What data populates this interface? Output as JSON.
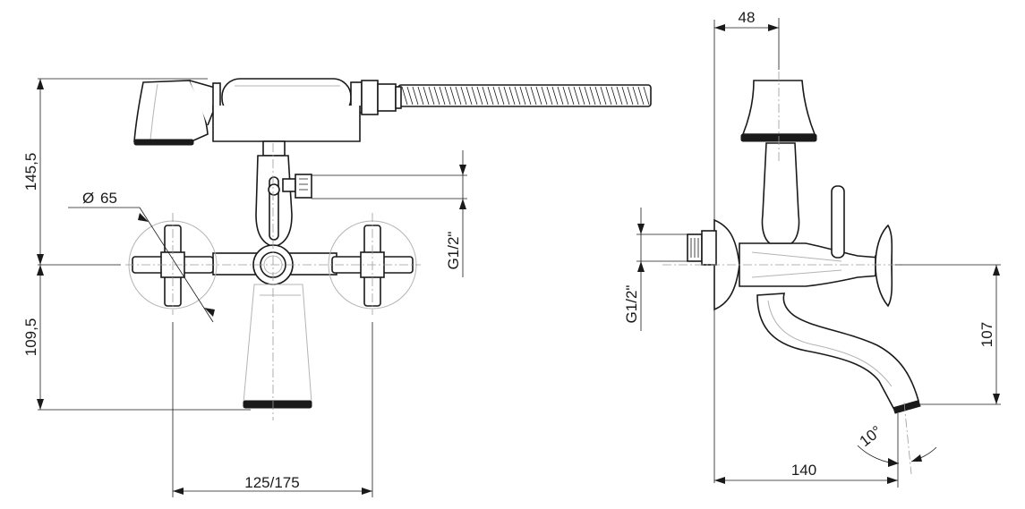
{
  "front_view": {
    "height_upper": "145,5",
    "height_lower": "109,5",
    "handle_diameter": "65",
    "diameter_symbol": "Ø",
    "outlet_thread": "G1/2\"",
    "centre_distance": "125/175"
  },
  "side_view": {
    "handle_depth": "48",
    "inlet_thread": "G1/2\"",
    "spout_drop": "107",
    "spout_reach": "140",
    "spout_angle": "10°"
  },
  "colors": {
    "line": "#1a1a1a",
    "hidden": "#b4b4b4",
    "background": "#ffffff"
  }
}
